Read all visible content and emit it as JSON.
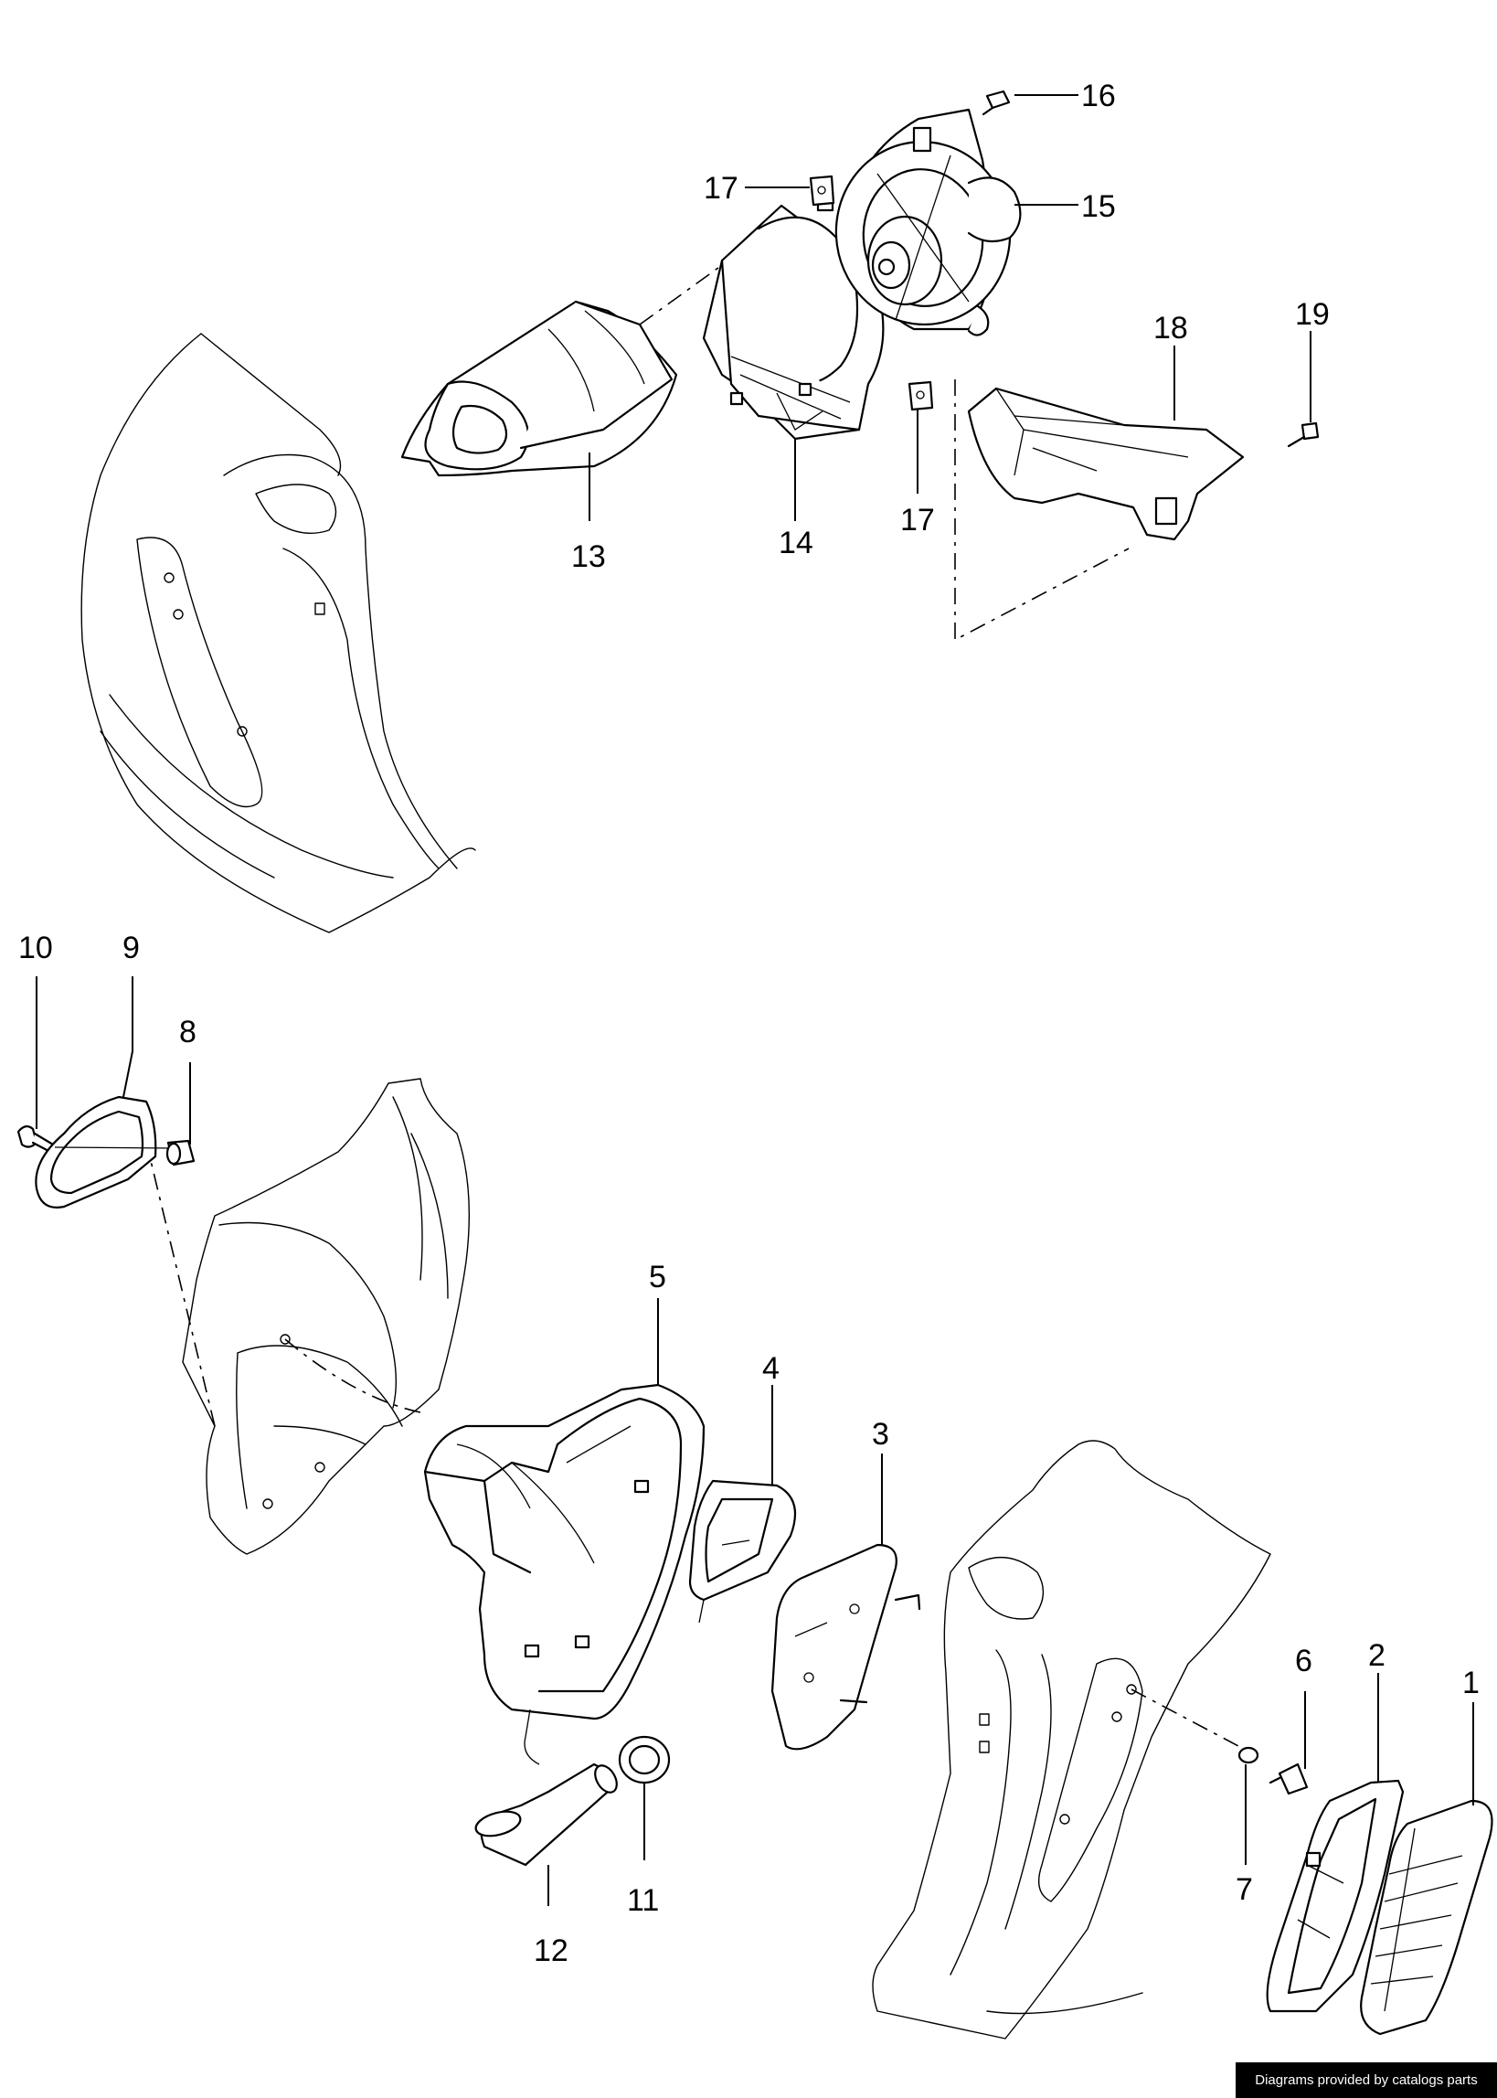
{
  "callouts": {
    "p1": "1",
    "p2": "2",
    "p3": "3",
    "p4": "4",
    "p5": "5",
    "p6": "6",
    "p7": "7",
    "p8": "8",
    "p9": "9",
    "p10": "10",
    "p11": "11",
    "p12": "12",
    "p13": "13",
    "p14": "14",
    "p15": "15",
    "p16": "16",
    "p17a": "17",
    "p17b": "17",
    "p18": "18",
    "p19": "19"
  },
  "footer": {
    "credit": "Diagrams provided by catalogs parts"
  }
}
